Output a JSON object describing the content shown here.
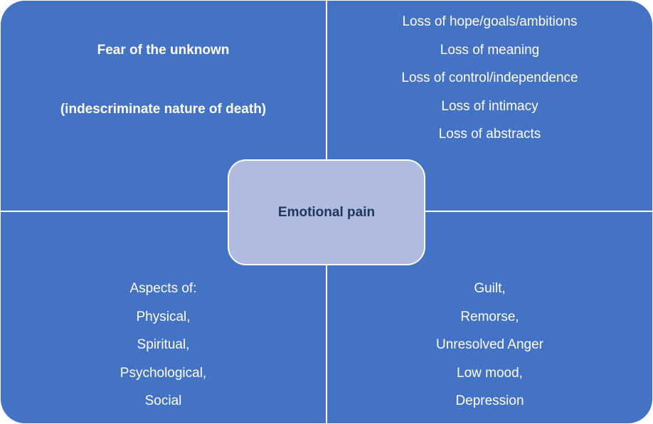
{
  "center": {
    "label": "Emotional pain"
  },
  "top_left": {
    "heading": "Fear of the  unknown",
    "subheading": "(indescriminate nature of death)"
  },
  "top_right": {
    "items": [
      "Loss of hope/goals/ambitions",
      "Loss of meaning",
      "Loss of control/independence",
      "Loss of intimacy",
      "Loss of abstracts"
    ]
  },
  "bottom_left": {
    "items": [
      "Aspects of:",
      "Physical,",
      "Spiritual,",
      "Psychological,",
      "Social"
    ]
  },
  "bottom_right": {
    "items": [
      "Guilt,",
      "Remorse,",
      "Unresolved Anger",
      "Low mood,",
      "Depression"
    ]
  },
  "colors": {
    "quadrant_fill": "#4472c4",
    "center_fill": "#afbbdf",
    "center_text": "#1f3760",
    "text": "#ffffff"
  }
}
